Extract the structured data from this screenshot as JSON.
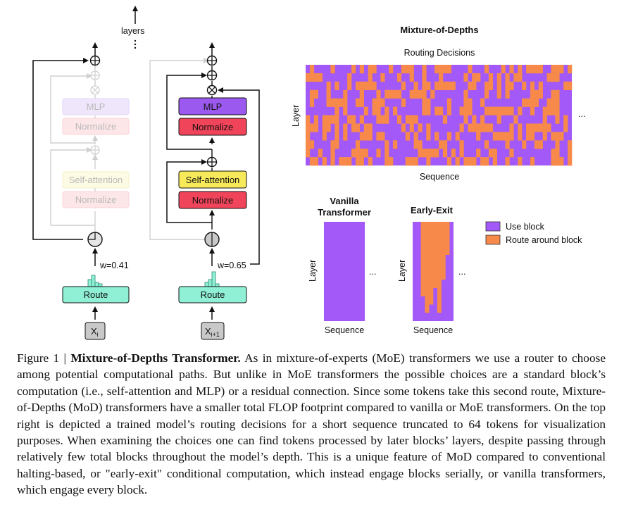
{
  "figure": {
    "layers_label": "layers",
    "left_columns": [
      {
        "mlp": "MLP",
        "norm_top": "Normalize",
        "self_attention": "Self-attention",
        "norm_bottom": "Normalize",
        "weight": "w=0.41",
        "route": "Route",
        "token": {
          "base": "X",
          "sub": "i"
        },
        "active": false
      },
      {
        "mlp": "MLP",
        "norm_top": "Normalize",
        "self_attention": "Self-attention",
        "norm_bottom": "Normalize",
        "weight": "w=0.65",
        "route": "Route",
        "token": {
          "base": "X",
          "sub": "i+1"
        },
        "active": true
      }
    ],
    "mod_title": "Mixture-of-Depths",
    "routing_title": "Routing Decisions",
    "layer_axis": "Layer",
    "sequence_axis": "Sequence",
    "ellipsis": "...",
    "vanilla_title_line1": "Vanilla",
    "vanilla_title_line2": "Transformer",
    "early_exit_title": "Early-Exit",
    "legend": [
      {
        "label": "Use block",
        "color": "#a259f7"
      },
      {
        "label": "Route around block",
        "color": "#f7894a"
      }
    ],
    "colors": {
      "use_block": "#a259f7",
      "route_around": "#f7894a",
      "mlp": "#9b59f0",
      "normalize": "#f0445a",
      "self_attention": "#f7ea5a",
      "route_box": "#8ff0d6"
    }
  },
  "caption": {
    "figure_number": "Figure 1 | ",
    "title": "Mixture-of-Depths Transformer.",
    "body": " As in mixture-of-experts (MoE) transformers we use a router to choose among potential computational paths. But unlike in MoE transformers the possible choices are a standard block’s computation (i.e., self-attention and MLP) or a residual connection. Since some tokens take this second route, Mixture-of-Depths (MoD) transformers have a smaller total FLOP footprint compared to vanilla or MoE transformers. On the top right is depicted a trained model’s routing decisions for a short sequence truncated to 64 tokens for visualization purposes. When examining the choices one can find tokens processed by later blocks’ layers, despite passing through relatively few total blocks throughout the model’s depth. This is a unique feature of MoD compared to conventional halting-based, or \"early-exit\" conditional computation, which instead engage blocks serially, or vanilla transformers, which engage every block."
  }
}
